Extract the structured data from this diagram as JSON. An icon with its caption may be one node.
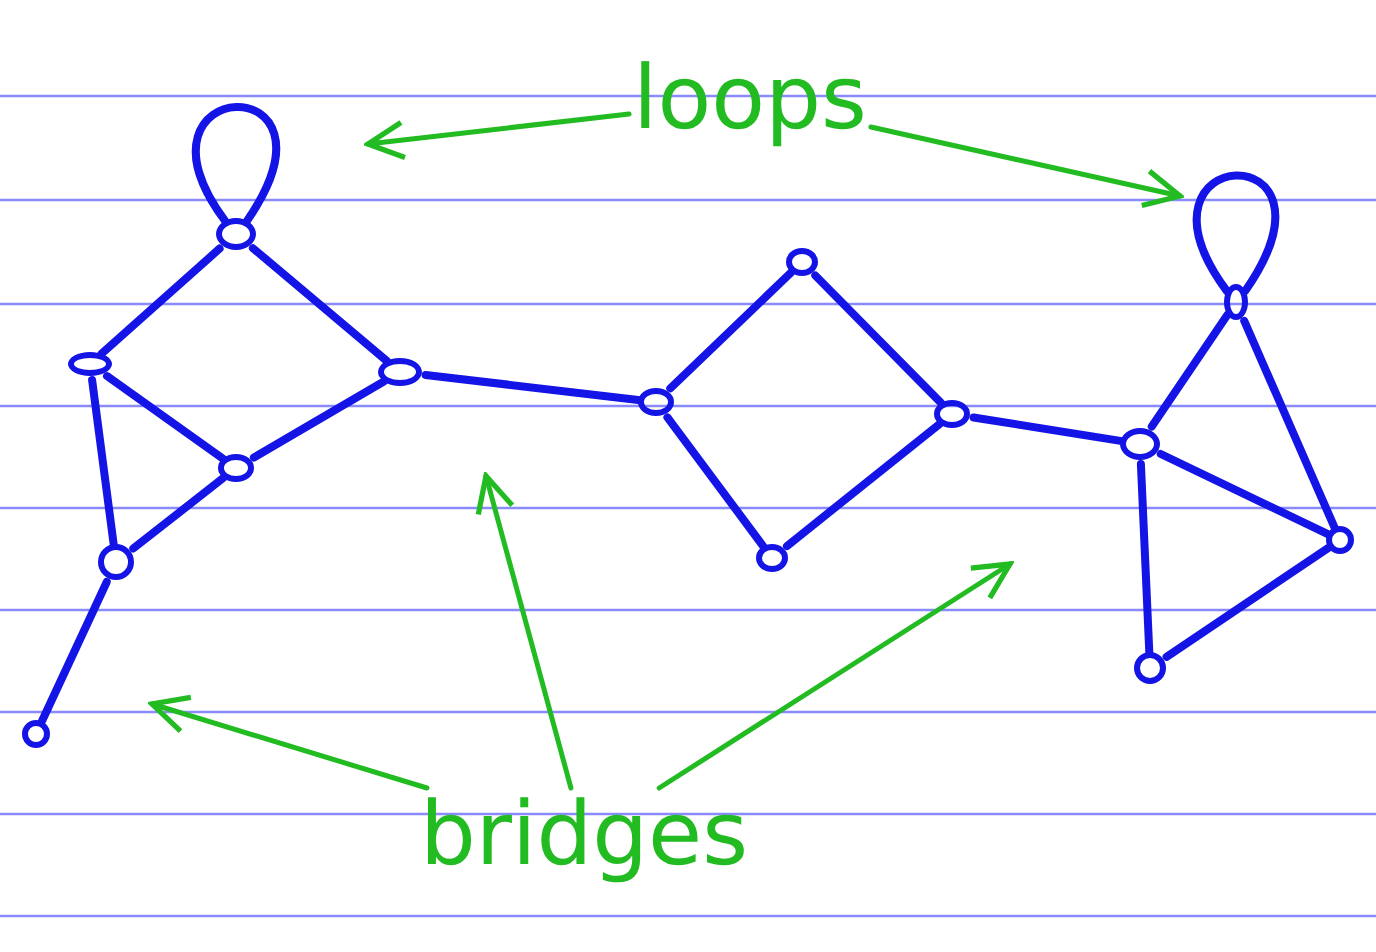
{
  "diagram": {
    "nodes": [
      {
        "text": [
          "loops"
        ]
      },
      {
        "text": [],
        "shape": "circle"
      },
      {
        "text": [],
        "shape": "circle"
      },
      {
        "text": [],
        "shape": "circle"
      },
      {
        "text": [],
        "shape": "circle"
      },
      {
        "text": [],
        "shape": "circle"
      },
      {
        "text": [],
        "shape": "circle"
      },
      {
        "text": [],
        "shape": "circle"
      },
      {
        "text": [],
        "shape": "circle"
      },
      {
        "text": [],
        "shape": "circle"
      },
      {
        "text": [],
        "shape": "circle"
      },
      {
        "text": [],
        "shape": "circle"
      },
      {
        "text": [],
        "shape": "circle"
      },
      {
        "text": [],
        "shape": "circle"
      },
      {
        "text": [],
        "shape": "circle"
      },
      {
        "text": [
          "bridges"
        ]
      }
    ],
    "edges": [
      {
        "from": 1,
        "to": 1,
        "arrow": "none"
      },
      {
        "from": 1,
        "to": 2,
        "arrow": "none"
      },
      {
        "from": 1,
        "to": 3,
        "arrow": "none"
      },
      {
        "from": 2,
        "to": 4,
        "arrow": "none"
      },
      {
        "from": 2,
        "to": 5,
        "arrow": "none"
      },
      {
        "from": 5,
        "to": 4,
        "arrow": "none"
      },
      {
        "from": 4,
        "to": 3,
        "arrow": "none"
      },
      {
        "from": 5,
        "to": 6,
        "arrow": "none"
      },
      {
        "from": 3,
        "to": 8,
        "arrow": "none"
      },
      {
        "from": 8,
        "to": 7,
        "arrow": "none"
      },
      {
        "from": 7,
        "to": 9,
        "arrow": "none"
      },
      {
        "from": 8,
        "to": 10,
        "arrow": "none"
      },
      {
        "from": 10,
        "to": 9,
        "arrow": "none"
      },
      {
        "from": 9,
        "to": 12,
        "arrow": "none"
      },
      {
        "from": 11,
        "to": 11,
        "arrow": "none"
      },
      {
        "from": 12,
        "to": 11,
        "arrow": "none"
      },
      {
        "from": 11,
        "to": 13,
        "arrow": "none"
      },
      {
        "from": 12,
        "to": 13,
        "arrow": "none"
      },
      {
        "from": 12,
        "to": 14,
        "arrow": "none"
      },
      {
        "from": 14,
        "to": 13,
        "arrow": "none"
      },
      {
        "from": 0,
        "to": null,
        "arrow": "to",
        "color": "#22bb22"
      },
      {
        "from": 0,
        "to": null,
        "arrow": "to",
        "color": "#22bb22"
      },
      {
        "from": 15,
        "to": null,
        "arrow": "to",
        "color": "#22bb22"
      },
      {
        "from": 15,
        "to": null,
        "arrow": "to",
        "color": "#22bb22"
      },
      {
        "from": 15,
        "to": null,
        "arrow": "to",
        "color": "#22bb22"
      }
    ]
  }
}
